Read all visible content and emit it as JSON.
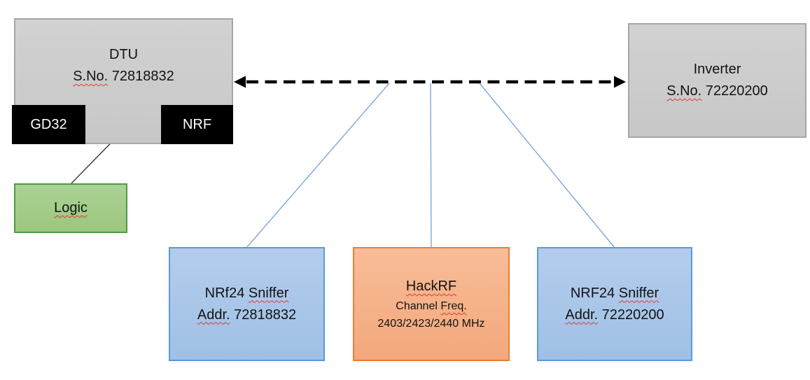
{
  "colors": {
    "gray_fill": "#cbcbcb",
    "gray_border": "#a6a6a6",
    "black_fill": "#000000",
    "green_fill": "#a7ce8d",
    "green_border": "#4f9a44",
    "blue_fill": "#aac8e9",
    "blue_border": "#5b9bd5",
    "orange_fill": "#f6b085",
    "orange_border": "#ed7d31",
    "connector_blue": "#7da7d9",
    "dashed_link_black": "#000000",
    "spellcheck_red": "#e0392f"
  },
  "nodes": {
    "dtu": {
      "title": "DTU",
      "serial_label": "S.No.",
      "serial": "72818832"
    },
    "gd32": {
      "label": "GD32"
    },
    "nrf": {
      "label": "NRF"
    },
    "logic": {
      "label": "Logic"
    },
    "inverter": {
      "title": "Inverter",
      "serial_label": "S.No.",
      "serial": "72220200"
    },
    "sniffer1": {
      "name": "NRf24",
      "name_flagged": "Sniffer",
      "addr_label": "Addr.",
      "addr": "72818832"
    },
    "hackrf": {
      "title": "HackRF",
      "channel_label": "Channel",
      "freq_label": "Freq.",
      "frequencies": "2403/2423/2440 MHz"
    },
    "sniffer2": {
      "name": "NRF24",
      "name_flagged": "Sniffer",
      "addr_label": "Addr.",
      "addr": "72220200"
    }
  }
}
